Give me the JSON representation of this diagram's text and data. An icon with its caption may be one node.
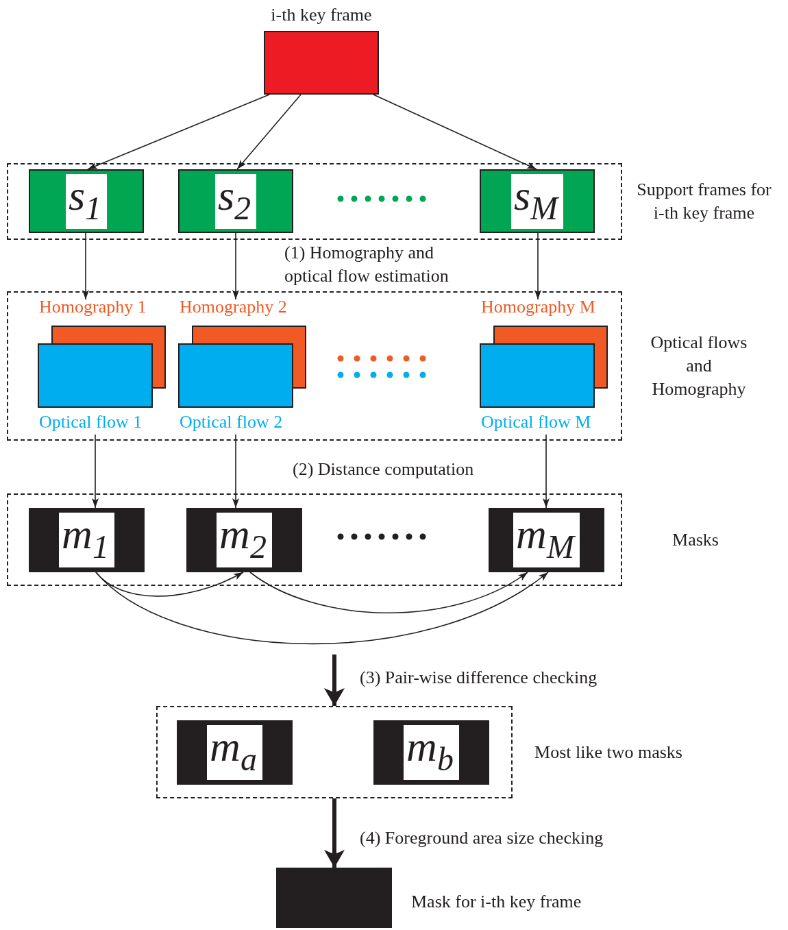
{
  "diagram": {
    "nodes": [
      {
        "text": [
          "i-th key frame"
        ]
      },
      {
        "text": [
          "Support frames for i-th key frame"
        ]
      },
      {
        "text": [
          "s$_{1}$"
        ],
        "in": 1
      },
      {
        "text": [
          "s$_{2}$"
        ],
        "in": 1
      },
      {
        "text": [
          "s$_{M}$"
        ],
        "in": 1
      },
      {
        "text": [
          "Optical flows and Homography"
        ]
      },
      {
        "text": [
          "Homography 1",
          "Optical flow 1"
        ],
        "in": 5
      },
      {
        "text": [
          "Homography 2",
          "Optical flow 2"
        ],
        "in": 5
      },
      {
        "text": [
          "Homography M",
          "Optical flow M"
        ],
        "in": 5
      },
      {
        "text": [
          "Masks"
        ]
      },
      {
        "text": [
          "m$_{1}$"
        ],
        "in": 9
      },
      {
        "text": [
          "m$_{2}$"
        ],
        "in": 9
      },
      {
        "text": [
          "m$_{M}$"
        ],
        "in": 9
      },
      {
        "text": [
          "Most like two masks"
        ]
      },
      {
        "text": [
          "m$_{a}$"
        ],
        "in": 13
      },
      {
        "text": [
          "m$_{b}$"
        ],
        "in": 13
      },
      {
        "text": [],
        "shape": "box",
        "beside": [
          "Mask for i-th key frame"
        ]
      }
    ],
    "edges": [
      {
        "from": 0,
        "to": 2,
        "arrow": "to"
      },
      {
        "from": 0,
        "to": 3,
        "arrow": "to"
      },
      {
        "from": 0,
        "to": 4,
        "arrow": "to"
      },
      {
        "from": 2,
        "to": 6,
        "arrow": "to"
      },
      {
        "from": 3,
        "to": 7,
        "arrow": "to"
      },
      {
        "from": 4,
        "to": 8,
        "arrow": "to"
      },
      {
        "from": 6,
        "to": 10,
        "arrow": "to"
      },
      {
        "from": 7,
        "to": 11,
        "arrow": "to"
      },
      {
        "from": 8,
        "to": 12,
        "arrow": "to"
      },
      {
        "from": 10,
        "to": 11,
        "arrow": "to"
      },
      {
        "from": 11,
        "to": 12,
        "arrow": "to"
      },
      {
        "from": 10,
        "to": 12,
        "arrow": "to"
      },
      {
        "from": null,
        "to": 13,
        "arrow": "to",
        "style": "thick"
      },
      {
        "from": 13,
        "to": 16,
        "arrow": "to",
        "style": "thick"
      }
    ],
    "labels": [
      "(1) Homography and optical flow estimation",
      "(2) Distance computation",
      "(3) Pair-wise difference checking",
      "(4) Foreground area size checking"
    ]
  }
}
